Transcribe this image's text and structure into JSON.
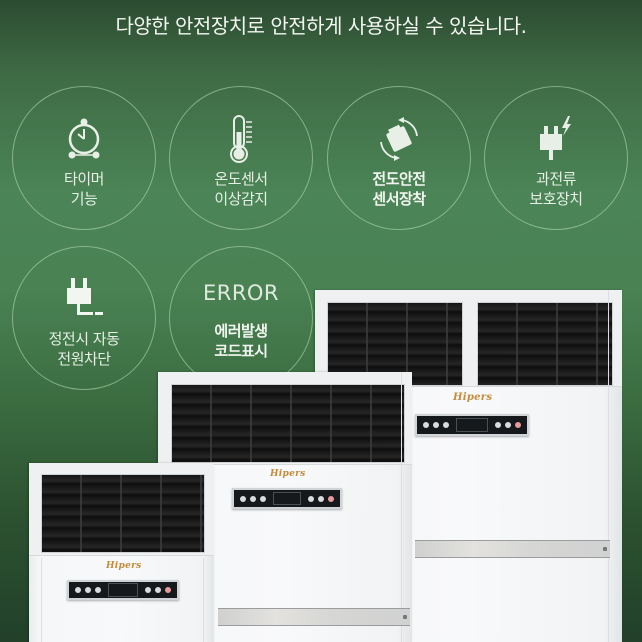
{
  "headline": "다양한 안전장치로 안전하게 사용하실 수 있습니다.",
  "colors": {
    "background_top": "#2c4b31",
    "background_mid": "#4b8456",
    "background_bottom": "#22402a",
    "badge_border": "#bee1be",
    "text": "#f4f6f2",
    "brand_logo": "#c58a3a"
  },
  "features": [
    {
      "icon": "alarm-clock-icon",
      "line1": "타이머",
      "line2": "기능",
      "bold": false
    },
    {
      "icon": "thermometer-icon",
      "line1": "온도센서",
      "line2": "이상감지",
      "bold": false
    },
    {
      "icon": "tilt-rotation-icon",
      "line1": "전도안전",
      "line2": "센서장착",
      "bold": true
    },
    {
      "icon": "plug-lightning-icon",
      "line1": "과전류",
      "line2": "보호장치",
      "bold": false
    },
    {
      "icon": "unplug-icon",
      "line1": "정전시 자동",
      "line2": "전원차단",
      "bold": false
    },
    {
      "icon": "error-text",
      "title": "ERROR",
      "line1": "에러발생",
      "line2": "코드표시",
      "bold": true
    }
  ],
  "products": {
    "brand": "Hipers",
    "units": [
      "small",
      "medium",
      "large"
    ]
  }
}
